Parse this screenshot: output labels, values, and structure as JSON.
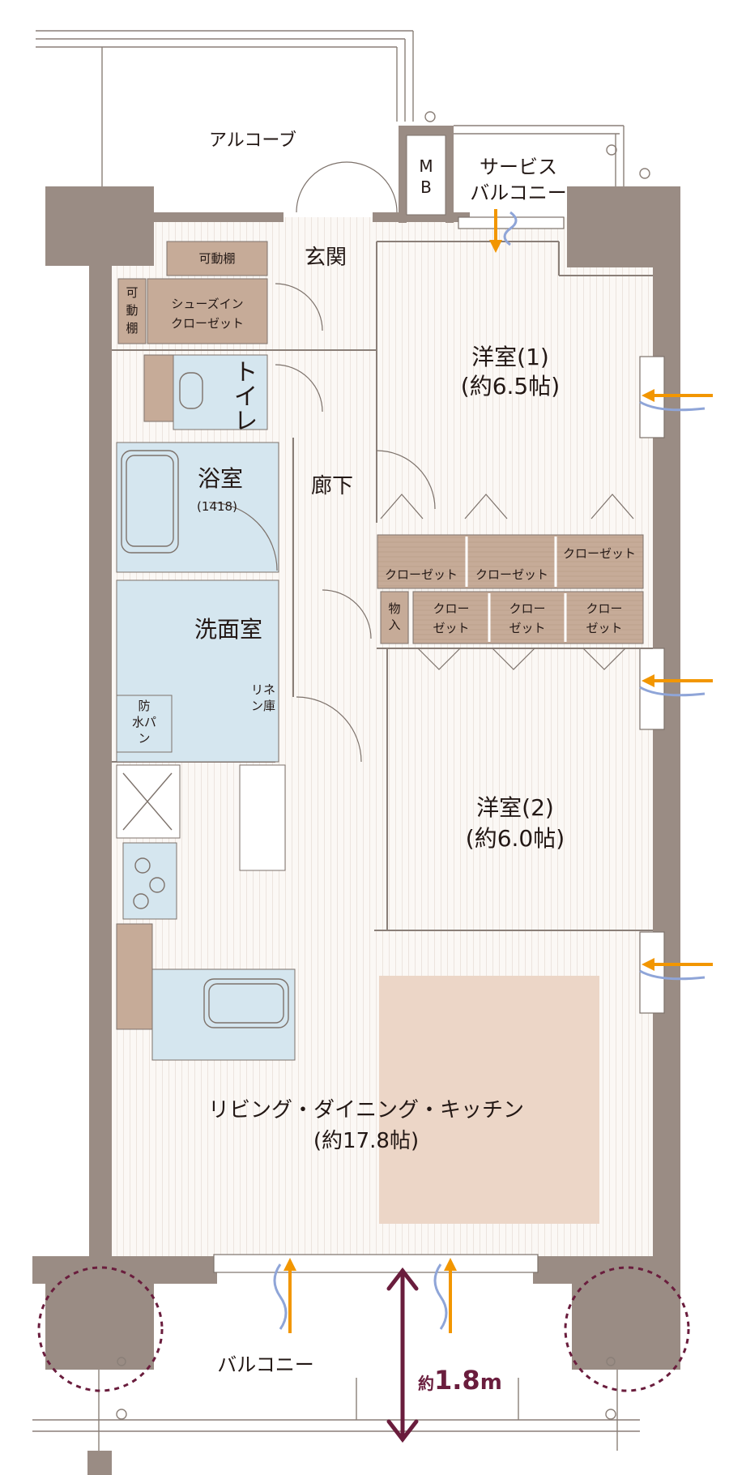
{
  "labels": {
    "alcove": "アルコーブ",
    "mb_m": "M",
    "mb_b": "B",
    "service_balcony_1": "サービス",
    "service_balcony_2": "バルコニー",
    "entrance": "玄関",
    "movable_shelf_top": "可動棚",
    "movable_shelf_side_1": "可",
    "movable_shelf_side_2": "動",
    "movable_shelf_side_3": "棚",
    "shoes_closet_1": "シューズイン",
    "shoes_closet_2": "クローゼット",
    "toilet": "トイレ",
    "bathroom": "浴室",
    "bathroom_size": "(1418)",
    "hallway": "廊下",
    "washroom": "洗面室",
    "linen_1": "リネ",
    "linen_2": "ン庫",
    "waterproof_pan_1": "防",
    "waterproof_pan_2": "水パ",
    "waterproof_pan_3": "ン",
    "western_room_1": "洋室(1)",
    "western_room_1_size": "(約6.5帖)",
    "closet_a": "クローゼット",
    "closet_b": "クローゼット",
    "closet_c": "クローゼット",
    "storage_1": "物",
    "storage_2": "入",
    "closet2_a1": "クロー",
    "closet2_a2": "ゼット",
    "closet2_b1": "クロー",
    "closet2_b2": "ゼット",
    "closet2_c1": "クロー",
    "closet2_c2": "ゼット",
    "western_room_2": "洋室(2)",
    "western_room_2_size": "(約6.0帖)",
    "ldk": "リビング・ダイニング・キッチン",
    "ldk_size": "(約17.8帖)",
    "balcony": "バルコニー",
    "balcony_depth_prefix": "約",
    "balcony_depth_value": "1.8",
    "balcony_depth_unit": "m"
  },
  "colors": {
    "wall": "#9a8c84",
    "storage": "#c6ab98",
    "wet_area": "#d5e6ef",
    "floor": "#fbf8f5",
    "rug": "#ecd6c7",
    "arrow": "#f29600",
    "wind": "#8fa5d8",
    "dimension": "#6a1d3d",
    "text": "#231815"
  }
}
